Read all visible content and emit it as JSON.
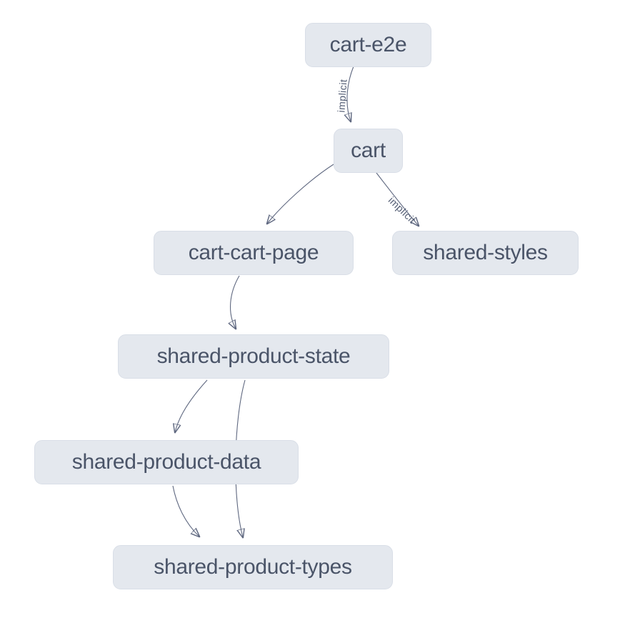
{
  "app": {
    "name": "project-dependency-graph"
  },
  "colors": {
    "background": "#ffffff",
    "node_fill": "#e4e8ee",
    "node_border": "#d9dee7",
    "node_text": "#4a5468",
    "edge_stroke": "#5f6880",
    "edge_label_text": "#525c73"
  },
  "diagram": {
    "type": "dependency-graph",
    "nodes": [
      {
        "id": "cart-e2e",
        "label": "cart-e2e"
      },
      {
        "id": "cart",
        "label": "cart"
      },
      {
        "id": "cart-cart-page",
        "label": "cart-cart-page"
      },
      {
        "id": "shared-styles",
        "label": "shared-styles"
      },
      {
        "id": "shared-product-state",
        "label": "shared-product-state"
      },
      {
        "id": "shared-product-data",
        "label": "shared-product-data"
      },
      {
        "id": "shared-product-types",
        "label": "shared-product-types"
      }
    ],
    "edges": [
      {
        "from": "cart-e2e",
        "to": "cart",
        "label": "implicit"
      },
      {
        "from": "cart",
        "to": "cart-cart-page",
        "label": ""
      },
      {
        "from": "cart",
        "to": "shared-styles",
        "label": "implicit"
      },
      {
        "from": "cart-cart-page",
        "to": "shared-product-state",
        "label": ""
      },
      {
        "from": "shared-product-state",
        "to": "shared-product-data",
        "label": ""
      },
      {
        "from": "shared-product-state",
        "to": "shared-product-types",
        "label": ""
      },
      {
        "from": "shared-product-data",
        "to": "shared-product-types",
        "label": ""
      }
    ]
  }
}
